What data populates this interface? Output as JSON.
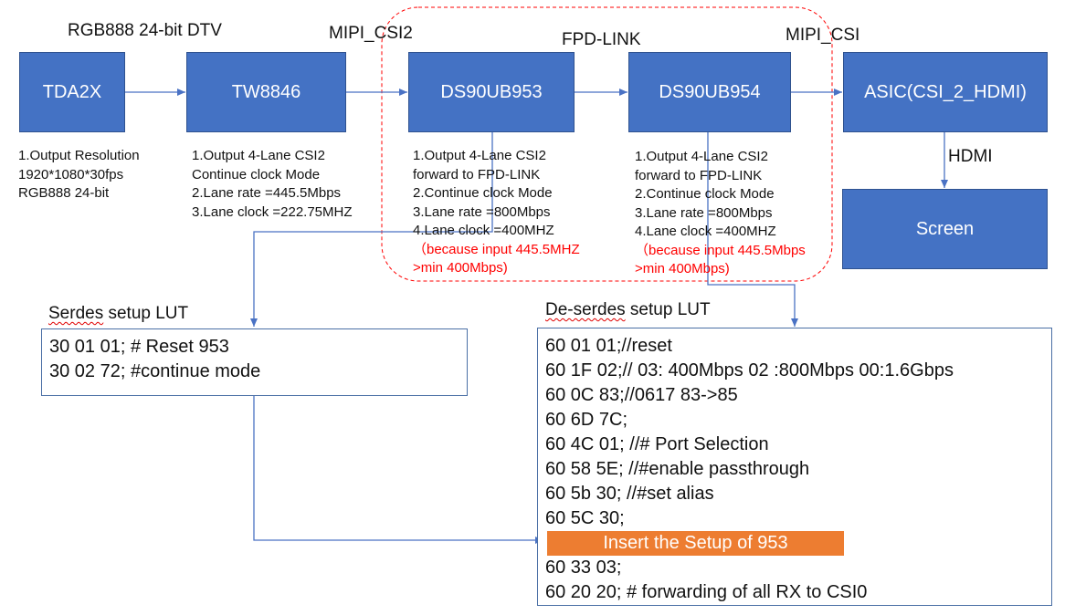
{
  "labels": {
    "rgb888": "RGB888 24-bit DTV",
    "mipi_csi2": "MIPI_CSI2",
    "fpd_link": "FPD-LINK",
    "mipi_csi": "MIPI_CSI",
    "hdmi": "HDMI"
  },
  "blocks": {
    "tda2x": "TDA2X",
    "tw8846": "TW8846",
    "ds90ub953": "DS90UB953",
    "ds90ub954": "DS90UB954",
    "asic": "ASIC(CSI_2_HDMI)",
    "screen": "Screen"
  },
  "descriptions": {
    "tda2x": [
      "1.Output Resolution",
      "1920*1080*30fps",
      "RGB888 24-bit"
    ],
    "tw8846": [
      "1.Output 4-Lane CSI2",
      "Continue clock Mode",
      "2.Lane rate =445.5Mbps",
      "3.Lane clock =222.75MHZ"
    ],
    "ds90ub953": [
      "1.Output 4-Lane CSI2",
      "forward to FPD-LINK",
      "2.Continue clock Mode",
      "3.Lane rate =800Mbps",
      "4.Lane clock =400MHZ"
    ],
    "ds90ub953_note": [
      "（because input 445.5MHZ",
      ">min 400Mbps)"
    ],
    "ds90ub954": [
      "1.Output 4-Lane CSI2",
      "forward to FPD-LINK",
      "2.Continue clock Mode",
      "3.Lane rate =800Mbps",
      "4.Lane clock =400MHZ"
    ],
    "ds90ub954_note": [
      "（because input 445.5Mbps",
      ">min 400Mbps)"
    ]
  },
  "serdes_lut": {
    "title_word": "Serdes",
    "title_rest": " setup LUT",
    "lines": [
      "30 01 01; # Reset 953",
      "30 02 72; #continue mode"
    ]
  },
  "deserdes_lut": {
    "title_word": "De-serdes",
    "title_rest": " setup LUT",
    "lines_before": [
      "60 01 01;//reset",
      "60 1F 02;// 03: 400Mbps 02 :800Mbps 00:1.6Gbps",
      "60 0C 83;//0617 83->85",
      "60 6D 7C;",
      "60 4C 01; //# Port Selection",
      "60 58 5E; //#enable passthrough",
      "60 5b 30; //#set alias",
      "60 5C 30;"
    ],
    "insert_label": "Insert the Setup  of 953",
    "lines_after": [
      "60 33 03;",
      "60 20 20; # forwarding of all RX to CSI0"
    ]
  },
  "colors": {
    "block_fill": "#4472c4",
    "arrow": "#4a72c4",
    "insert_fill": "#ed7d31",
    "note_text": "#ff0000",
    "dashed_outline": "#ff0000"
  }
}
